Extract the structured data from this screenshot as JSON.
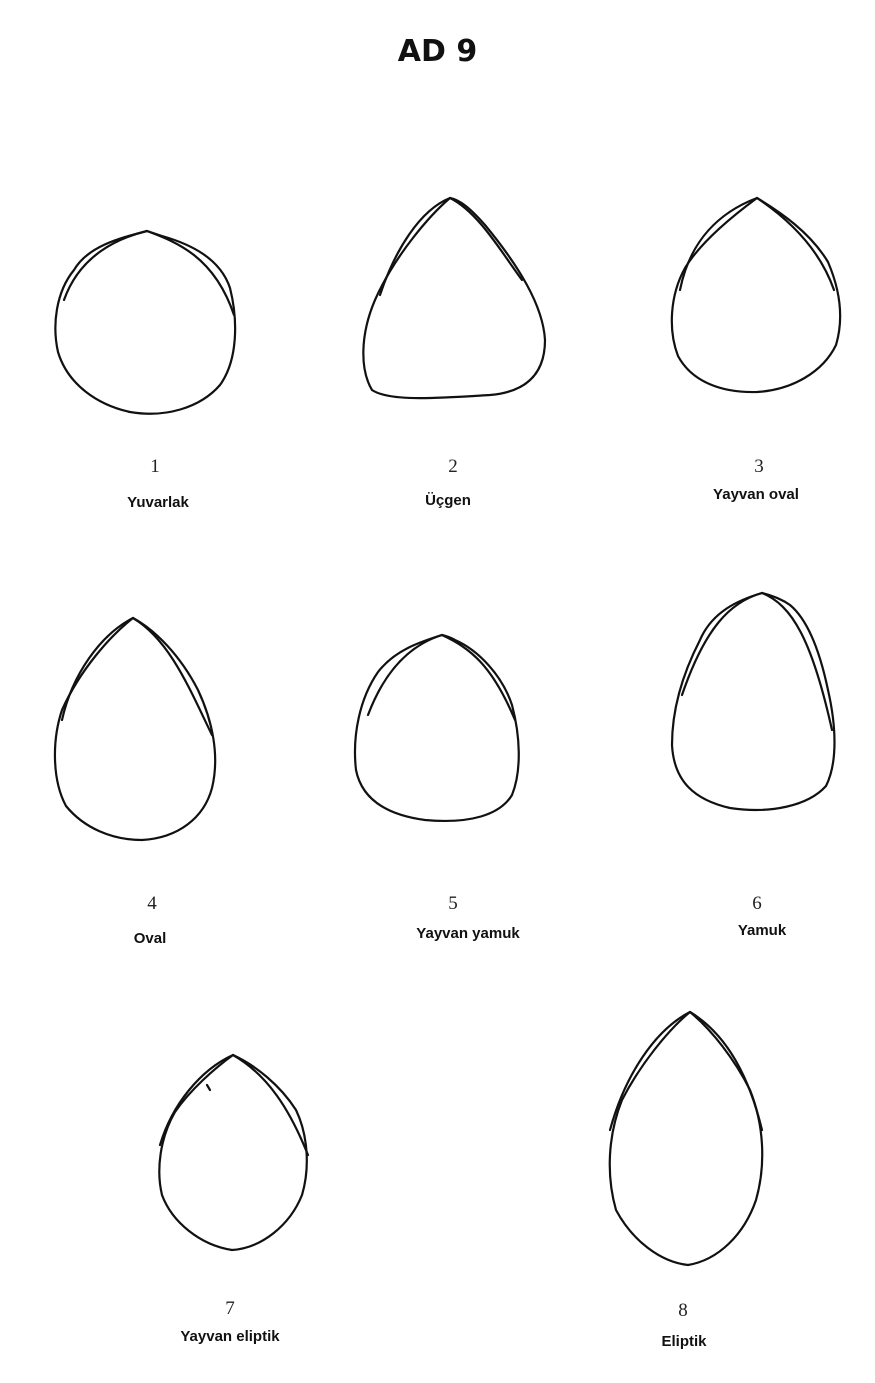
{
  "title": "AD 9",
  "items": [
    {
      "number": "1",
      "label": "Yuvarlak"
    },
    {
      "number": "2",
      "label": "Üçgen"
    },
    {
      "number": "3",
      "label": "Yayvan oval"
    },
    {
      "number": "4",
      "label": "Oval"
    },
    {
      "number": "5",
      "label": "Yayvan yamuk"
    },
    {
      "number": "6",
      "label": "Yamuk"
    },
    {
      "number": "7",
      "label": "Yayvan eliptik"
    },
    {
      "number": "8",
      "label": "Eliptik"
    }
  ]
}
